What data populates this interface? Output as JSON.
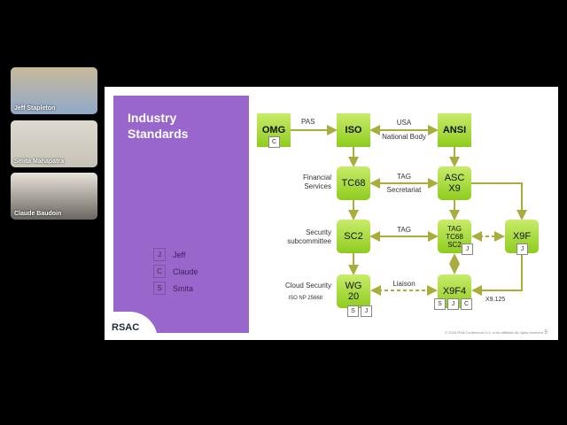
{
  "participants": [
    {
      "name": "Jeff Stapleton"
    },
    {
      "name": "Smita Mahapatra"
    },
    {
      "name": "Claude Baudoin"
    }
  ],
  "slide": {
    "title": "Industry\nStandards",
    "legend": [
      {
        "tag": "J",
        "name": "Jeff"
      },
      {
        "tag": "C",
        "name": "Claude"
      },
      {
        "tag": "S",
        "name": "Smita"
      }
    ],
    "logo": "RSAC",
    "nodes": {
      "omg": "OMG",
      "iso": "ISO",
      "ansi": "ANSI",
      "tc68": "TC68",
      "asc1": "ASC",
      "asc2": "X9",
      "sc2": "SC2",
      "tag1": "TAG",
      "tag2": "TC68",
      "tag3": "SC2",
      "x9f": "X9F",
      "wg1": "WG",
      "wg2": "20",
      "x9f4": "X9F4"
    },
    "tags": {
      "omg": "C",
      "tag": "J",
      "x9f": "J",
      "wg": [
        "S",
        "J"
      ],
      "x9f4": [
        "S",
        "J",
        "C"
      ]
    },
    "labels": {
      "pas": "PAS",
      "usa": "USA",
      "national_body": "National Body",
      "financial": "Financial\nServices",
      "tag_tc": "TAG",
      "secretariat": "Secretariat",
      "security": "Security\nsubcommittee",
      "tag_sc": "TAG",
      "cloud": "Cloud Security",
      "iso_np": "ISO NP 25668",
      "liaison": "Liaison",
      "x9125": "X9.125"
    },
    "footer": "© 2025 RSA Conference LLC or its affiliates All rights reserved.",
    "page": "5"
  }
}
